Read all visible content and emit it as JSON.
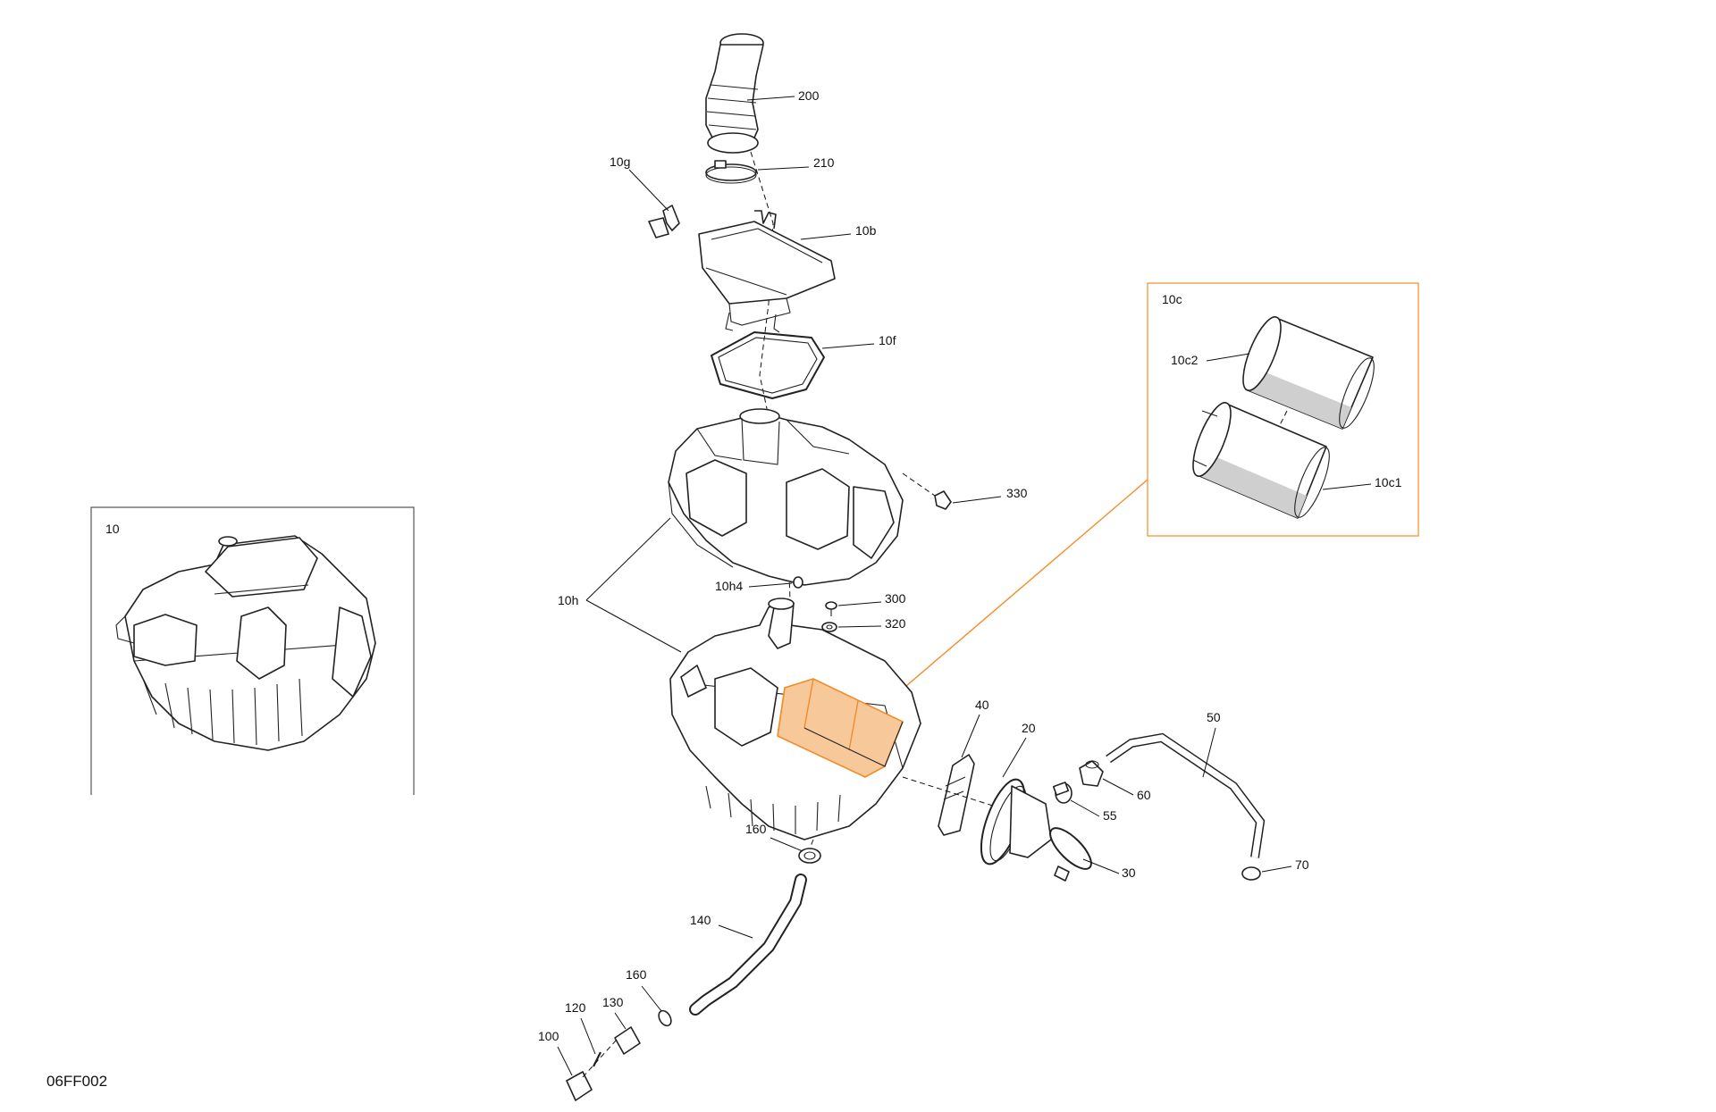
{
  "diagram_code": "06FF002",
  "colors": {
    "highlight": "#f28c28",
    "line": "#222222",
    "shade": "#d9d9d9"
  },
  "labels": {
    "p10": "10",
    "p10b": "10b",
    "p10c": "10c",
    "p10c1": "10c1",
    "p10c2": "10c2",
    "p10f": "10f",
    "p10g": "10g",
    "p10h": "10h",
    "p10h4": "10h4",
    "p20": "20",
    "p30": "30",
    "p40": "40",
    "p50": "50",
    "p55": "55",
    "p60": "60",
    "p70": "70",
    "p100": "100",
    "p120": "120",
    "p130": "130",
    "p140": "140",
    "p160a": "160",
    "p160b": "160",
    "p200": "200",
    "p210": "210",
    "p300": "300",
    "p320": "320",
    "p330": "330"
  }
}
